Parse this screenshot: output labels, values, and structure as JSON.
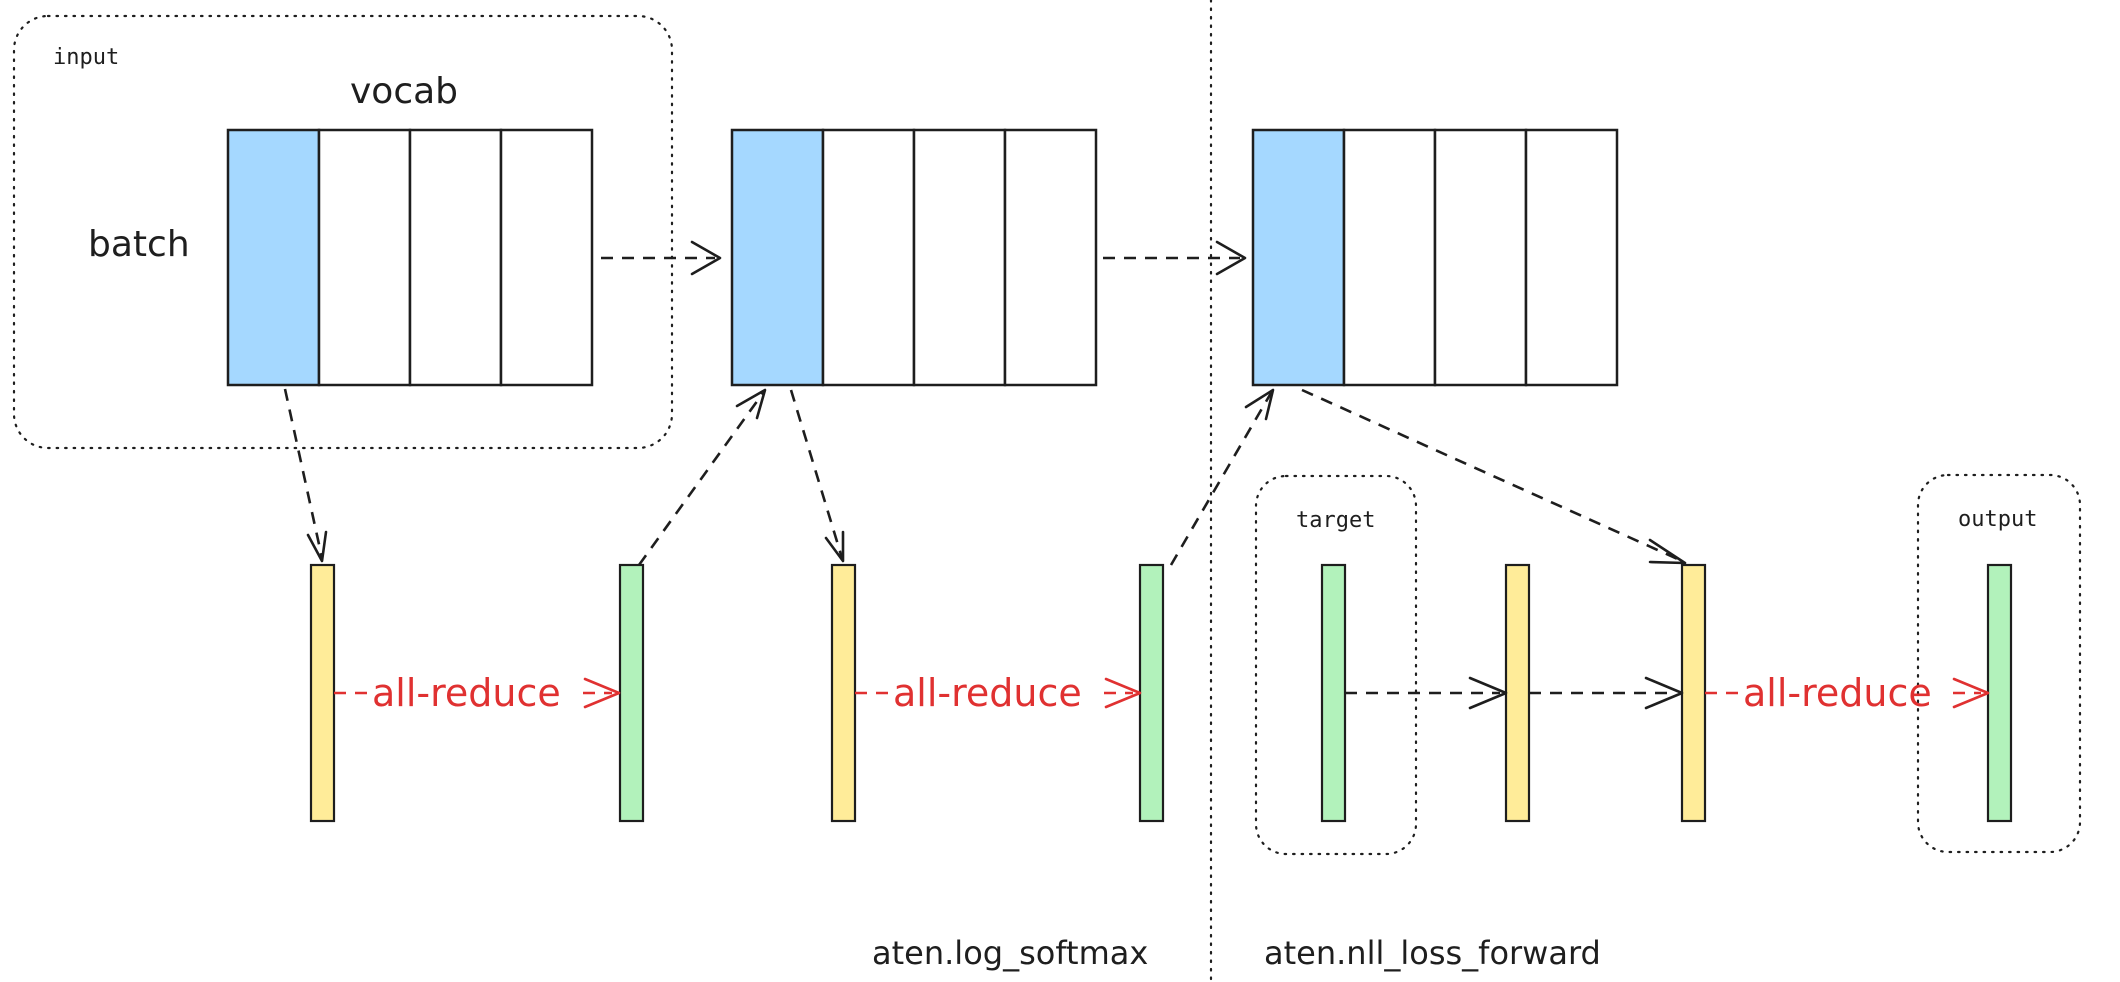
{
  "diagram": {
    "title": "Vocab-parallel cross entropy: log_softmax + nll_loss_forward",
    "colors": {
      "shard_highlight": "#a5d8ff",
      "local_result": "#ffec99",
      "reduced_result": "#b2f2bb",
      "collective": "#e03131",
      "stroke": "#1e1e1e"
    },
    "groups": {
      "input": "input",
      "target": "target",
      "output": "output"
    },
    "axes": {
      "vocab": "vocab",
      "batch": "batch"
    },
    "tensors": [
      {
        "id": "input",
        "cells": 4,
        "highlighted_cell": 0
      },
      {
        "id": "log_softmax_intermediate",
        "cells": 4,
        "highlighted_cell": 0
      },
      {
        "id": "log_softmax_result",
        "cells": 4,
        "highlighted_cell": 0
      }
    ],
    "vectors": [
      {
        "id": "local_max",
        "kind": "local"
      },
      {
        "id": "global_max",
        "kind": "reduced"
      },
      {
        "id": "local_sum",
        "kind": "local"
      },
      {
        "id": "global_sum",
        "kind": "reduced"
      },
      {
        "id": "target",
        "kind": "reduced"
      },
      {
        "id": "masked_target",
        "kind": "local"
      },
      {
        "id": "local_loss",
        "kind": "local"
      },
      {
        "id": "output",
        "kind": "reduced"
      }
    ],
    "collective_label": "all-reduce",
    "sections": [
      {
        "label": "aten.log_softmax"
      },
      {
        "label": "aten.nll_loss_forward"
      }
    ]
  }
}
